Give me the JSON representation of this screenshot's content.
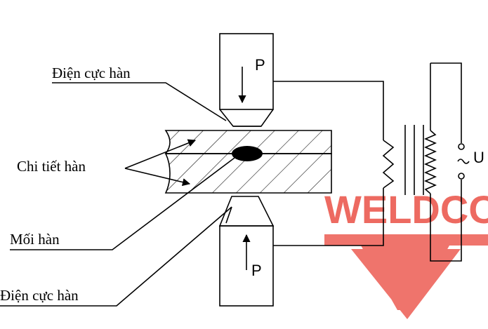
{
  "labels": {
    "electrode_top": "Điện cực hàn",
    "workpiece": "Chi tiết hàn",
    "weld_nugget": "Mối hàn",
    "electrode_bottom": "Điện cực hàn",
    "force_top": "P",
    "force_bottom": "P",
    "voltage": "U"
  },
  "watermark": {
    "text": "WELDCOM",
    "color": "#e8392d"
  }
}
